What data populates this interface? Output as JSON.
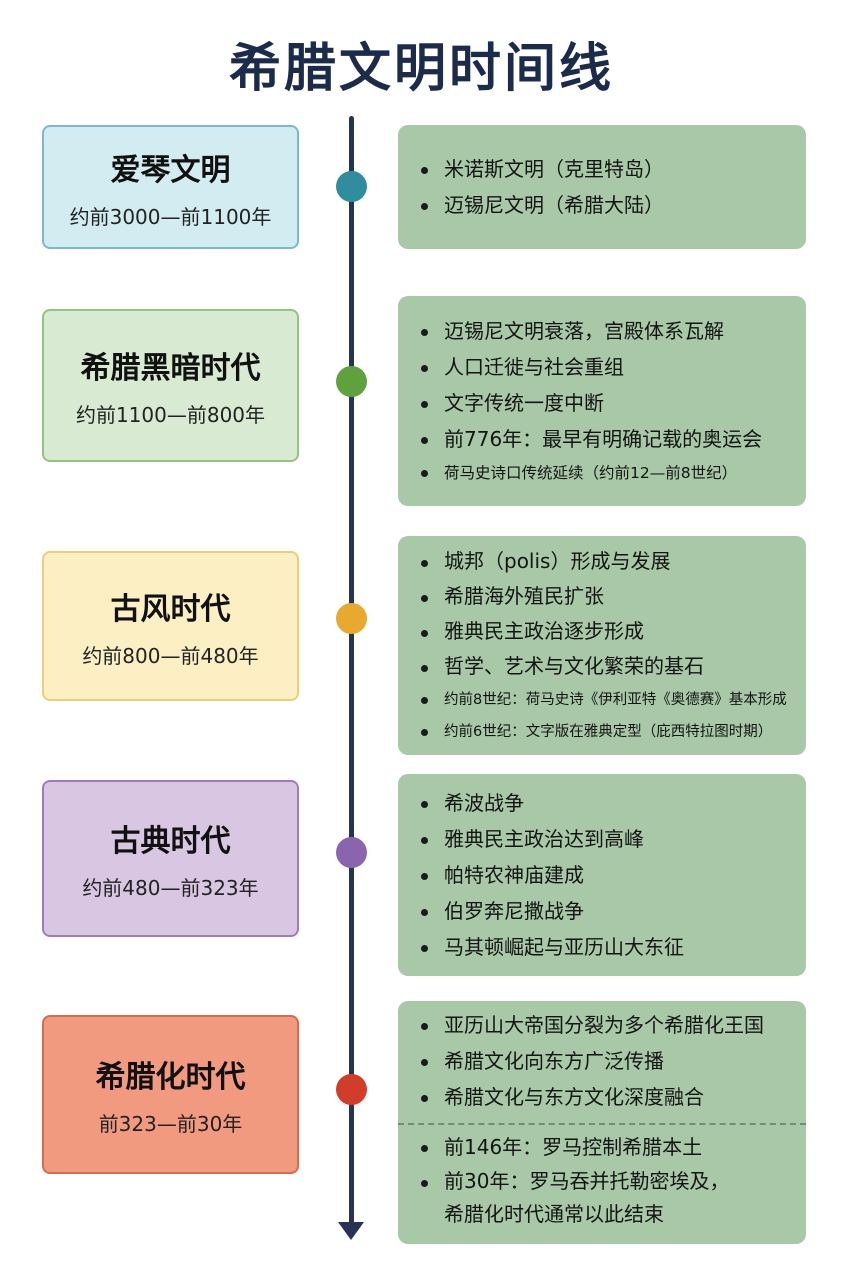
{
  "title": "希腊文明时间线",
  "colors": {
    "axis": "#253354",
    "events_bg": "#a8c8a8"
  },
  "eras": [
    {
      "name": "爱琴文明",
      "date": "约前3000—前1100年",
      "box_bg": "#d3ecf2",
      "box_border": "#7cb9c9",
      "dot_color": "#2f8d9d",
      "events": [
        "米诺斯文明（克里特岛）",
        "迈锡尼文明（希腊大陆）"
      ]
    },
    {
      "name": "希腊黑暗时代",
      "date": "约前1100—前800年",
      "box_bg": "#d8ead2",
      "box_border": "#93c283",
      "dot_color": "#5fa13c",
      "events": [
        "迈锡尼文明衰落，宫殿体系瓦解",
        "人口迁徙与社会重组",
        "文字传统一度中断",
        "前776年：最早有明确记载的奥运会",
        "荷马史诗口传统延续（约前12—前8世纪）"
      ]
    },
    {
      "name": "古风时代",
      "date": "约前800—前480年",
      "box_bg": "#fcefc4",
      "box_border": "#e9cf7a",
      "dot_color": "#e8a92f",
      "events": [
        "城邦（polis）形成与发展",
        "希腊海外殖民扩张",
        "雅典民主政治逐步形成",
        "哲学、艺术与文化繁荣的基石",
        "约前8世纪：荷马史诗《伊利亚特《奥德赛》基本形成",
        "约前6世纪：文字版在雅典定型（庇西特拉图时期）"
      ]
    },
    {
      "name": "古典时代",
      "date": "约前480—前323年",
      "box_bg": "#d8c6e2",
      "box_border": "#9e7db7",
      "dot_color": "#8a64ad",
      "events": [
        "希波战争",
        "雅典民主政治达到高峰",
        "帕特农神庙建成",
        "伯罗奔尼撒战争",
        "马其顿崛起与亚历山大东征"
      ]
    },
    {
      "name": "希腊化时代",
      "date": "前323—前30年",
      "box_bg": "#f29a80",
      "box_border": "#d76b50",
      "dot_color": "#d23d2a",
      "events": [
        "亚历山大帝国分裂为多个希腊化王国",
        "希腊文化向东方广泛传播",
        "希腊文化与东方文化深度融合"
      ],
      "later_events": [
        "前146年：罗马控制希腊本土",
        "前30年：罗马吞并托勒密埃及，",
        "希腊化时代通常以此结束"
      ]
    }
  ]
}
